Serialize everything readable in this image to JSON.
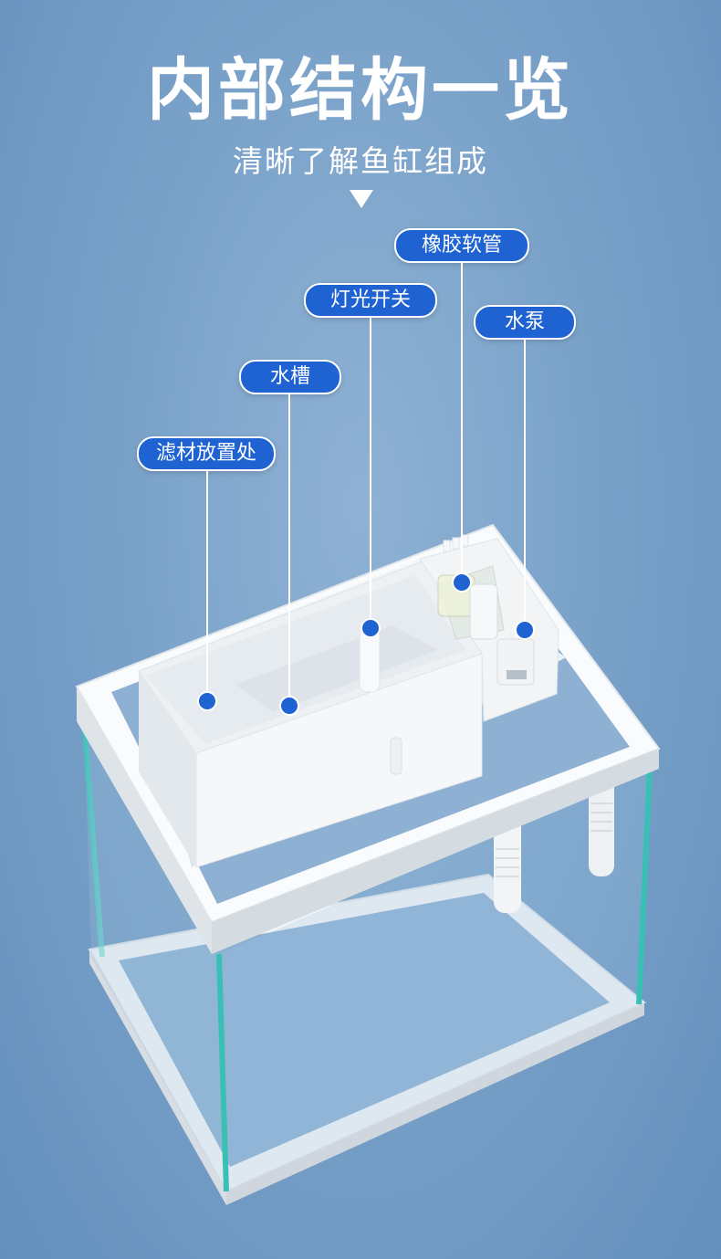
{
  "header": {
    "title": "内部结构一览",
    "subtitle": "清晰了解鱼缸组成"
  },
  "callouts": [
    {
      "id": "hose",
      "label": "橡胶软管"
    },
    {
      "id": "light-switch",
      "label": "灯光开关"
    },
    {
      "id": "pump",
      "label": "水泵"
    },
    {
      "id": "water-channel",
      "label": "水槽"
    },
    {
      "id": "filter-area",
      "label": "滤材放置处"
    }
  ],
  "colors": {
    "background": "#7aa2c9",
    "accent": "#1f63d2",
    "text": "#ffffff"
  }
}
